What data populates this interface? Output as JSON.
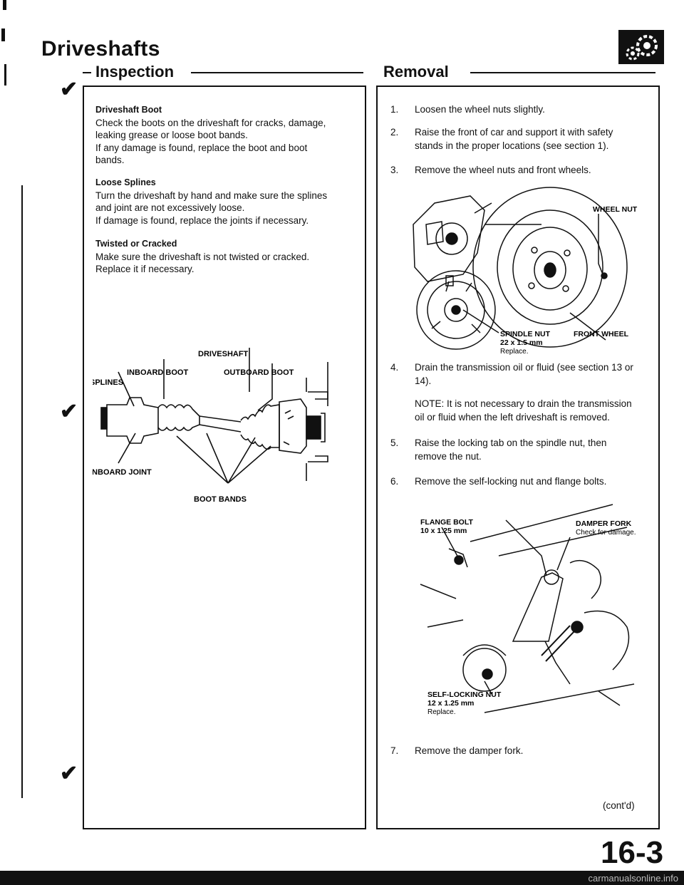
{
  "title": "Driveshafts",
  "inspection": {
    "heading": "Inspection",
    "boot": {
      "subhead": "Driveshaft Boot",
      "lines": [
        "Check the boots on the driveshaft for cracks, damage,",
        "leaking grease or loose boot bands.",
        "If any damage is found, replace the boot and boot",
        "bands."
      ]
    },
    "splines": {
      "subhead": "Loose Splines",
      "lines": [
        "Turn the driveshaft by hand and make sure the splines",
        "and joint are not excessively loose.",
        "If damage is found, replace the joints if necessary."
      ]
    },
    "twisted": {
      "subhead": "Twisted or Cracked",
      "lines": [
        "Make sure the driveshaft is not twisted or cracked.",
        "Replace it if necessary."
      ]
    },
    "diagram": {
      "driveshaft": "DRIVESHAFT",
      "inboard_boot": "INBOARD BOOT",
      "outboard_boot": "OUTBOARD BOOT",
      "splines": "SPLINES",
      "inboard_joint": "INBOARD JOINT",
      "boot_bands": "BOOT BANDS"
    }
  },
  "removal": {
    "heading": "Removal",
    "steps": [
      {
        "num": "1.",
        "lines": [
          "Loosen the wheel nuts slightly."
        ]
      },
      {
        "num": "2.",
        "lines": [
          "Raise the front of car and support it with safety",
          "stands in the proper locations (see section 1)."
        ]
      },
      {
        "num": "3.",
        "lines": [
          "Remove the wheel nuts and front wheels."
        ]
      },
      {
        "num": "4.",
        "lines": [
          "Drain the transmission oil or fluid (see section 13 or",
          "14)."
        ]
      },
      {
        "num": "5.",
        "lines": [
          "Raise the locking tab on the spindle nut, then",
          "remove the nut."
        ]
      },
      {
        "num": "6.",
        "lines": [
          "Remove the self-locking nut and flange bolts."
        ]
      },
      {
        "num": "7.",
        "lines": [
          "Remove the damper fork."
        ]
      }
    ],
    "note": [
      "NOTE:  It is not necessary to drain the transmission",
      "oil or fluid when the left driveshaft is removed."
    ],
    "wheel_diagram": {
      "wheel_nut": "WHEEL NUT",
      "spindle_nut": "SPINDLE NUT",
      "spindle_size": "22 x 1.5 mm",
      "spindle_replace": "Replace.",
      "front_wheel": "FRONT WHEEL"
    },
    "fork_diagram": {
      "flange_bolt": "FLANGE BOLT",
      "flange_size": "10 x 1.25 mm",
      "damper_fork": "DAMPER FORK",
      "damper_check": "Check for damage.",
      "self_locking_nut": "SELF-LOCKING NUT",
      "nut_size": "12 x 1.25 mm",
      "nut_replace": "Replace."
    },
    "contd": "(cont'd)"
  },
  "page_number": "16-3",
  "watermark": "carmanualsonline.info",
  "logo_icon": "gear-icon"
}
